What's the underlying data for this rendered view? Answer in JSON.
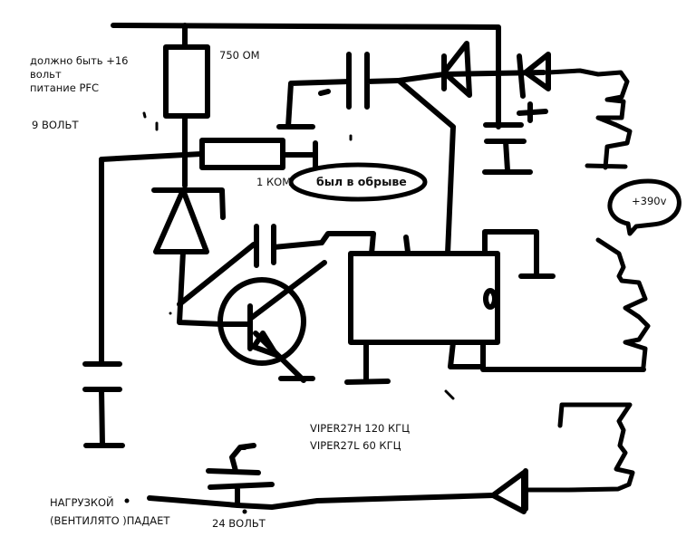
{
  "labels": {
    "should_be_line1": "должно быть  +16",
    "should_be_line2": "вольт",
    "should_be_line3": "питание PFC",
    "nine_volt": "9 ВОЛЬТ",
    "r_750": "750 ОМ",
    "r_1k": "1 КОМ",
    "was_open": "был в обрыве",
    "hv_bubble": "+390v",
    "viper_h": "VIPER27H  120 КГЦ",
    "viper_l": "VIPER27L     60 КГЦ",
    "load_line1": "НАГРУЗКОЙ",
    "load_line2": "(ВЕНТИЛЯТО )ПАДАЕТ",
    "out_24v": "24 ВОЛЬТ"
  },
  "components": {
    "ic_chip": "VIPER27",
    "resistor_top": "750 ОМ",
    "resistor_mid": "1 КОМ",
    "output_voltage": "24 ВОЛЬТ",
    "bus_voltage": "+390v"
  }
}
